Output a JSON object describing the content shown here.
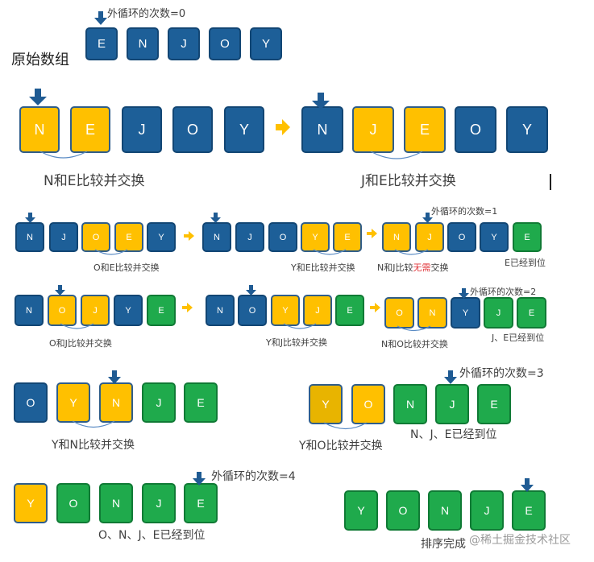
{
  "title_original": "原始数组",
  "outer_loop": {
    "l0": "外循环的次数=0",
    "l1": "外循环的次数=1",
    "l2": "外循环的次数=2",
    "l3": "外循环的次数=3",
    "l4": "外循环的次数=4"
  },
  "original_row": [
    "E",
    "N",
    "J",
    "O",
    "Y"
  ],
  "pass_big": {
    "left": [
      "N",
      "E",
      "J",
      "O",
      "Y"
    ],
    "right": [
      "N",
      "J",
      "E",
      "O",
      "Y"
    ],
    "cap_left": "N和E比较并交换",
    "cap_right": "J和E比较并交换"
  },
  "row3": {
    "a": [
      "N",
      "J",
      "O",
      "E",
      "Y"
    ],
    "b": [
      "N",
      "J",
      "O",
      "Y",
      "E"
    ],
    "c": [
      "N",
      "J",
      "O",
      "Y",
      "E"
    ],
    "cap_a": "O和E比较并交换",
    "cap_b": "Y和E比较并交换",
    "cap_c_pre": "N和J比较",
    "cap_c_red": "无需",
    "cap_c_post": "交换",
    "note_c": "E已经到位"
  },
  "row4": {
    "a": [
      "N",
      "O",
      "J",
      "Y",
      "E"
    ],
    "b": [
      "N",
      "O",
      "Y",
      "J",
      "E"
    ],
    "c": [
      "O",
      "N",
      "Y",
      "J",
      "E"
    ],
    "cap_a": "O和J比较并交换",
    "cap_b": "Y和J比较并交换",
    "cap_c": "N和O比较并交换",
    "note_c": "J、E已经到位"
  },
  "row5": {
    "a": [
      "O",
      "Y",
      "N",
      "J",
      "E"
    ],
    "b": [
      "Y",
      "O",
      "N",
      "J",
      "E"
    ],
    "cap_a": "Y和N比较并交换",
    "cap_b": "Y和O比较并交换",
    "note_b": "N、J、E已经到位"
  },
  "row6": {
    "a": [
      "Y",
      "O",
      "N",
      "J",
      "E"
    ],
    "b": [
      "Y",
      "O",
      "N",
      "J",
      "E"
    ],
    "note_a": "O、N、J、E已经到位",
    "cap_b": "排序完成"
  },
  "watermark": "@稀土掘金技术社区",
  "colors": {
    "blue": "#1d5f98",
    "yellow": "#ffc000",
    "green": "#1faa4c",
    "arrow_blue": "#1f5b93",
    "arrow_orange": "#ffc000",
    "arc": "#5a8bc4",
    "red_text": "#e0353a"
  }
}
